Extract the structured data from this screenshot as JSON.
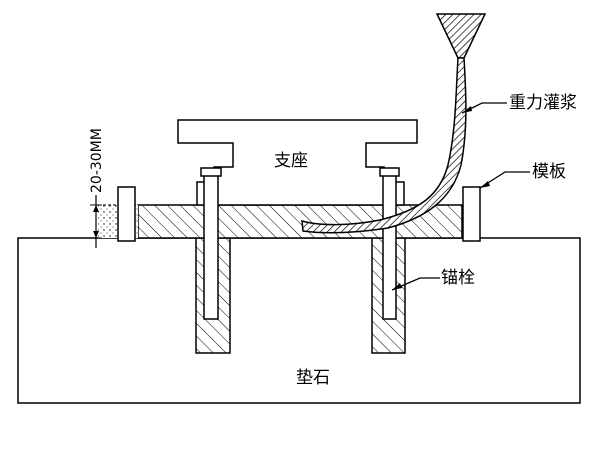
{
  "labels": {
    "support": "支座",
    "gravity_grout": "重力灌浆",
    "formwork": "模板",
    "anchor_bolt": "锚栓",
    "pad_stone": "垫石",
    "gap_dimension": "20-30MM"
  }
}
